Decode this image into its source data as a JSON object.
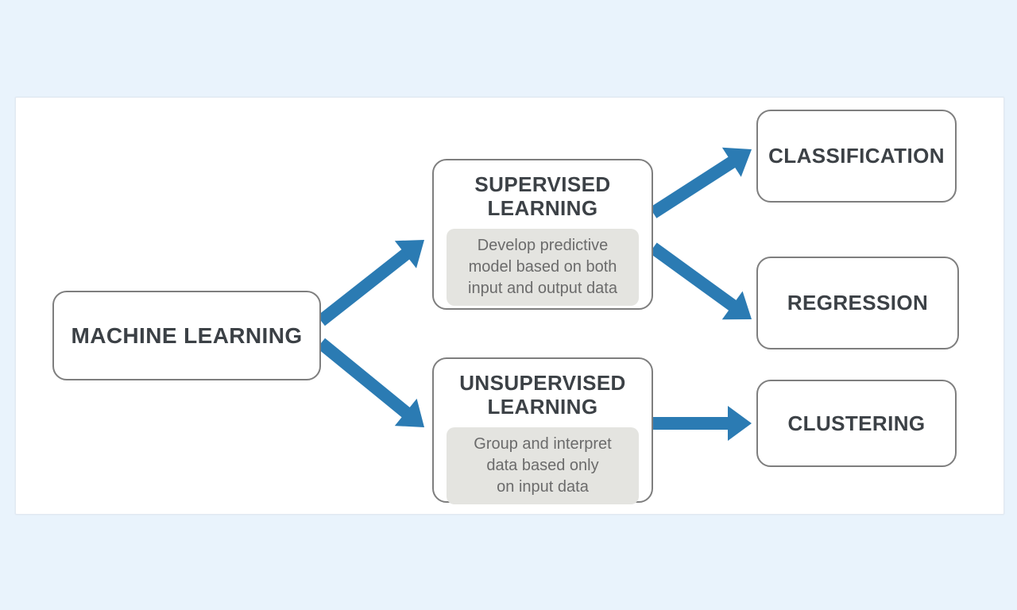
{
  "diagram": {
    "name": "machine-learning-overview",
    "colors": {
      "page_background": "#e9f3fc",
      "panel_background": "#ffffff",
      "arrow": "#2b7bb3",
      "box_border": "#7e7e7e",
      "title_text": "#3c4146",
      "note_background": "#e4e4e0",
      "note_text": "#6b6b6b"
    },
    "nodes": {
      "machine_learning": {
        "label": "MACHINE LEARNING"
      },
      "supervised": {
        "title_lines": [
          "SUPERVISED",
          "LEARNING"
        ],
        "note_lines": [
          "Develop predictive",
          "model based on both",
          "input and output data"
        ]
      },
      "unsupervised": {
        "title_lines": [
          "UNSUPERVISED",
          "LEARNING"
        ],
        "note_lines": [
          "Group and interpret",
          "data based only",
          "on input data"
        ]
      },
      "classification": {
        "label": "CLASSIFICATION"
      },
      "regression": {
        "label": "REGRESSION"
      },
      "clustering": {
        "label": "CLUSTERING"
      }
    },
    "edges": [
      {
        "from": "machine_learning",
        "to": "supervised"
      },
      {
        "from": "machine_learning",
        "to": "unsupervised"
      },
      {
        "from": "supervised",
        "to": "classification"
      },
      {
        "from": "supervised",
        "to": "regression"
      },
      {
        "from": "unsupervised",
        "to": "clustering"
      }
    ]
  }
}
